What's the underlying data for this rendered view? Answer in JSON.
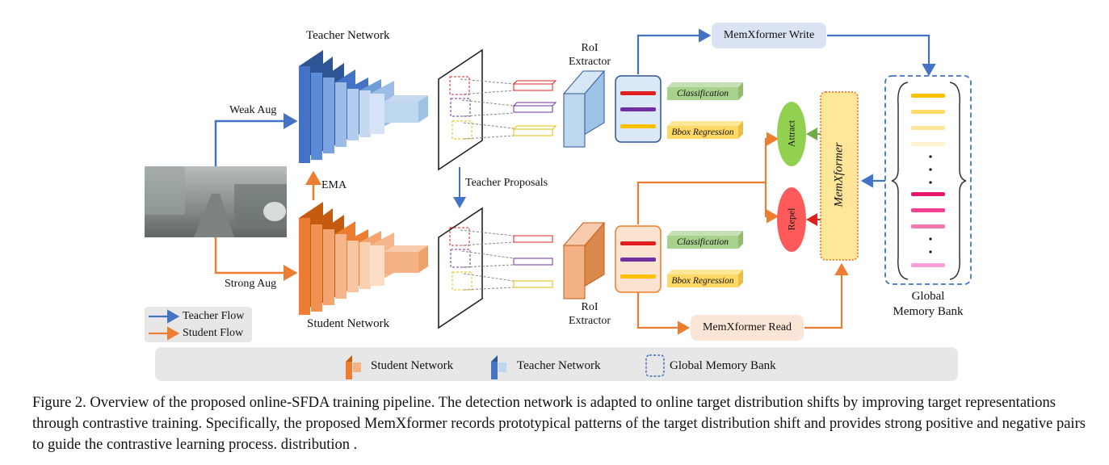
{
  "labels": {
    "teacher_network": "Teacher Network",
    "student_network": "Student Network",
    "weak_aug": "Weak Aug",
    "strong_aug": "Strong Aug",
    "ema": "EMA",
    "teacher_proposals": "Teacher Proposals",
    "roi_extractor_top": "RoI\nExtractor",
    "roi_extractor_bottom": "RoI\nExtractor",
    "memx_write": "MemXformer Write",
    "memx_read": "MemXformer Read",
    "memxformer": "MemXformer",
    "attract": "Attract",
    "repel": "Repel",
    "classification": "Classification",
    "bbox_regression": "Bbox Regression",
    "global_memory_bank": "Global\nMemory Bank",
    "teacher_flow": "Teacher Flow",
    "student_flow": "Student Flow"
  },
  "legend": {
    "student": "Student Network",
    "teacher": "Teacher Network",
    "bank": "Global Memory Bank"
  },
  "caption": "Figure 2. Overview of the proposed online-SFDA training pipeline. The detection network is adapted to online target distribution shifts by improving target representations through contrastive training. Specifically, the proposed MemXformer records prototypical patterns of the target distribution shift and provides strong positive and negative pairs to guide the contrastive learning process. distribution .",
  "colors": {
    "teacher": "#4472c4",
    "teacher_light": "#bdd7ee",
    "student": "#ed7d31",
    "student_light": "#f4b183",
    "attract": "#92d050",
    "repel": "#ff5a5a",
    "memx": "#ffe699",
    "classification": "#a9d18e",
    "bbox": "#ffd966",
    "bank_border": "#4472c4"
  }
}
